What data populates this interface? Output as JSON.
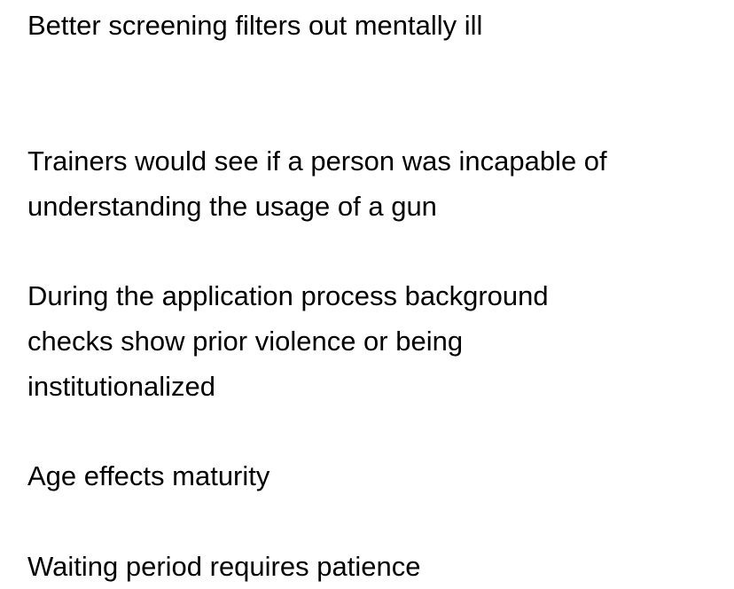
{
  "note": {
    "paragraphs": [
      {
        "lines": [
          "Better screening filters out mentally ill"
        ]
      },
      {
        "lines": [
          "Trainers would see if a person was incapable of",
          "understanding the usage of a gun"
        ]
      },
      {
        "lines": [
          "During the application process background",
          "checks show prior violence or being",
          "institutionalized"
        ]
      },
      {
        "lines": [
          "Age effects maturity"
        ]
      },
      {
        "lines": [
          "Waiting period requires patience"
        ]
      }
    ]
  },
  "colors": {
    "background": "#ffffff",
    "text": "#000000"
  }
}
